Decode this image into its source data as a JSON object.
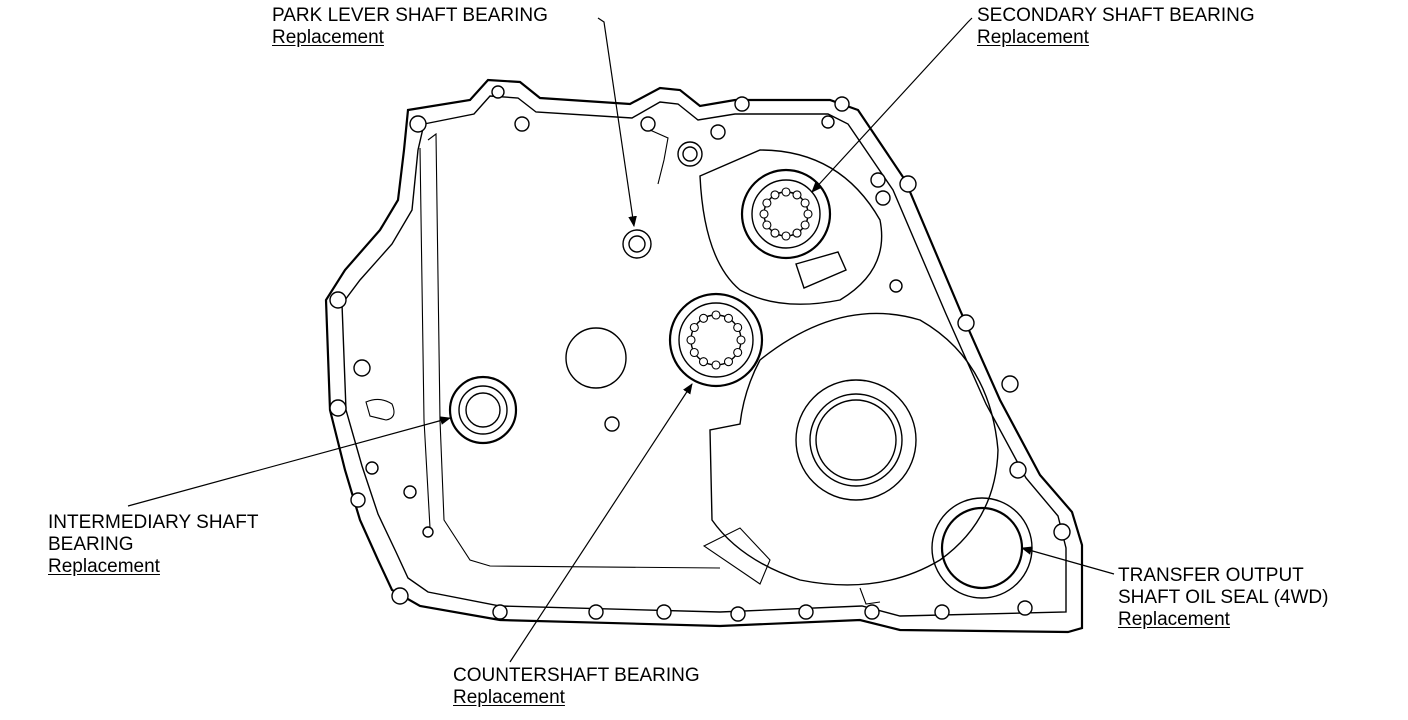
{
  "labels": {
    "park_lever": {
      "line1": "PARK LEVER SHAFT BEARING",
      "link": "Replacement"
    },
    "secondary": {
      "line1": "SECONDARY SHAFT BEARING",
      "link": "Replacement"
    },
    "intermediary": {
      "line1": "INTERMEDIARY SHAFT",
      "line2": "BEARING",
      "link": "Replacement"
    },
    "transfer": {
      "line1": "TRANSFER OUTPUT",
      "line2": "SHAFT OIL SEAL (4WD)",
      "link": "Replacement"
    },
    "countershaft": {
      "line1": "COUNTERSHAFT BEARING",
      "link": "Replacement"
    }
  },
  "colors": {
    "line": "#000000",
    "background": "#ffffff"
  }
}
